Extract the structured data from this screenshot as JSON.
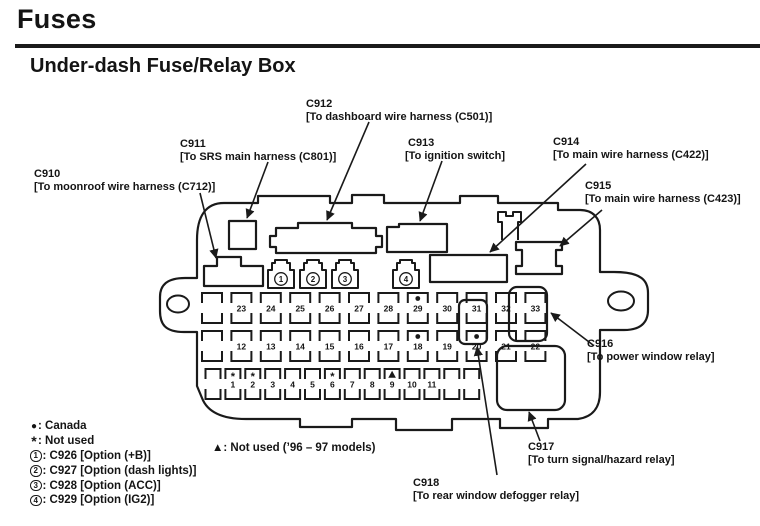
{
  "page": {
    "title": "Fuses",
    "subtitle": "Under-dash Fuse/Relay Box"
  },
  "callouts": {
    "c910": {
      "id": "C910",
      "desc": "[To moonroof wire harness (C712)]"
    },
    "c911": {
      "id": "C911",
      "desc": "[To SRS main harness (C801)]"
    },
    "c912": {
      "id": "C912",
      "desc": "[To dashboard wire harness (C501)]"
    },
    "c913": {
      "id": "C913",
      "desc": "[To ignition switch]"
    },
    "c914": {
      "id": "C914",
      "desc": "[To main wire harness (C422)]"
    },
    "c915": {
      "id": "C915",
      "desc": "[To main wire harness (C423)]"
    },
    "c916": {
      "id": "C916",
      "desc": "[To power window relay]"
    },
    "c917": {
      "id": "C917",
      "desc": "[To turn signal/hazard relay]"
    },
    "c918": {
      "id": "C918",
      "desc": "[To rear window defogger relay]"
    }
  },
  "option_plugs": [
    {
      "num": "1"
    },
    {
      "num": "2"
    },
    {
      "num": "3"
    },
    {
      "num": "4"
    }
  ],
  "fuse_rows": [
    {
      "cells": [
        {
          "n": ""
        },
        {
          "n": "23"
        },
        {
          "n": "24"
        },
        {
          "n": "25"
        },
        {
          "n": "26"
        },
        {
          "n": "27"
        },
        {
          "n": "28"
        },
        {
          "n": "29",
          "mark": "canada"
        },
        {
          "n": "30"
        },
        {
          "n": "31"
        },
        {
          "n": "32"
        },
        {
          "n": "33"
        }
      ]
    },
    {
      "cells": [
        {
          "n": ""
        },
        {
          "n": "12"
        },
        {
          "n": "13"
        },
        {
          "n": "14"
        },
        {
          "n": "15"
        },
        {
          "n": "16"
        },
        {
          "n": "17"
        },
        {
          "n": "18",
          "mark": "canada"
        },
        {
          "n": "19"
        },
        {
          "n": "20",
          "mark": "canada"
        },
        {
          "n": "21"
        },
        {
          "n": "22"
        }
      ]
    },
    {
      "cells": [
        {
          "n": ""
        },
        {
          "n": "1",
          "mark": "notused"
        },
        {
          "n": "2",
          "mark": "notused"
        },
        {
          "n": "3"
        },
        {
          "n": "4"
        },
        {
          "n": "5"
        },
        {
          "n": "6",
          "mark": "notused"
        },
        {
          "n": "7"
        },
        {
          "n": "8"
        },
        {
          "n": "9",
          "mark": "tri96"
        },
        {
          "n": "10"
        },
        {
          "n": "11"
        },
        {
          "n": ""
        },
        {
          "n": ""
        }
      ]
    }
  ],
  "legend": {
    "items": [
      {
        "symbol": "●",
        "text": ": Canada"
      },
      {
        "symbol": "*",
        "text": ": Not used"
      },
      {
        "symbol": "1",
        "text": ": C926 [Option (+B)]"
      },
      {
        "symbol": "2",
        "text": ": C927 [Option (dash lights)]"
      },
      {
        "symbol": "3",
        "text": ": C928 [Option (ACC)]"
      },
      {
        "symbol": "4",
        "text": ": C929 [Option (IG2)]"
      }
    ],
    "note": {
      "symbol": "▲",
      "text": ": Not used (’96 – 97 models)"
    }
  }
}
